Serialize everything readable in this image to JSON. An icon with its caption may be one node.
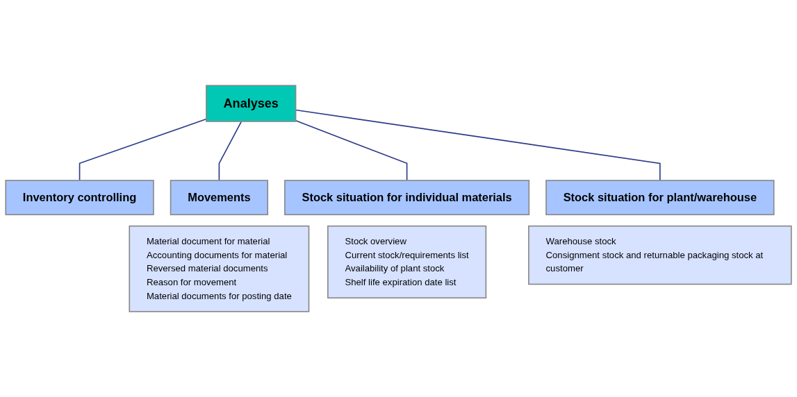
{
  "diagram": {
    "nodes": [
      {
        "text": [
          "Analyses"
        ]
      },
      {
        "text": [
          "Inventory controlling"
        ]
      },
      {
        "text": [
          "Movements"
        ]
      },
      {
        "text": [
          "Stock situation for individual materials"
        ]
      },
      {
        "text": [
          "Stock situation for plant/warehouse"
        ]
      },
      {
        "text": [
          "Material document for material",
          "Accounting documents for material",
          "Reversed material documents",
          "Reason for movement",
          "Material documents for posting date"
        ]
      },
      {
        "text": [
          "Stock overview",
          "Current stock/requirements list",
          "Availability of plant stock",
          "Shelf life expiration date list"
        ]
      },
      {
        "text": [
          "Warehouse stock",
          "Consignment stock and returnable packaging stock at customer"
        ]
      }
    ],
    "edges": [
      {
        "from": 0,
        "to": 1,
        "arrow": "none"
      },
      {
        "from": 0,
        "to": 2,
        "arrow": "none"
      },
      {
        "from": 0,
        "to": 3,
        "arrow": "none"
      },
      {
        "from": 0,
        "to": 4,
        "arrow": "none"
      }
    ]
  }
}
